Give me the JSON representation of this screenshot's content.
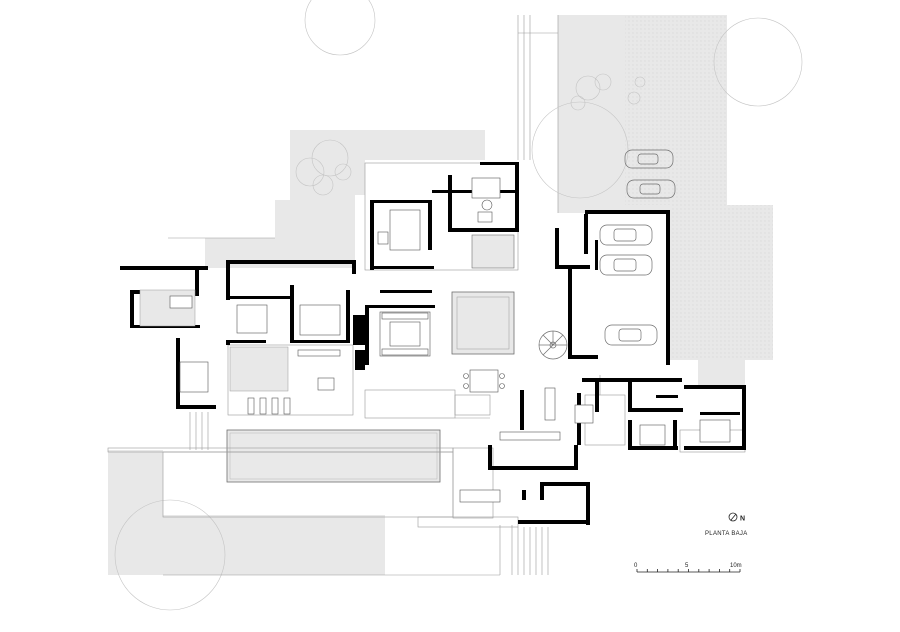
{
  "plan": {
    "title": "PLANTA BAJA",
    "north_label": "N",
    "scale_bar": {
      "labels": [
        "0",
        "5",
        "10m"
      ],
      "values": [
        0,
        5,
        10
      ],
      "divisions": 10
    }
  },
  "colors": {
    "background": "#ffffff",
    "wall": "#000000",
    "terrain": "#e8e8e8",
    "pool": "#e9e9e9",
    "line": "#9a9a9a"
  }
}
